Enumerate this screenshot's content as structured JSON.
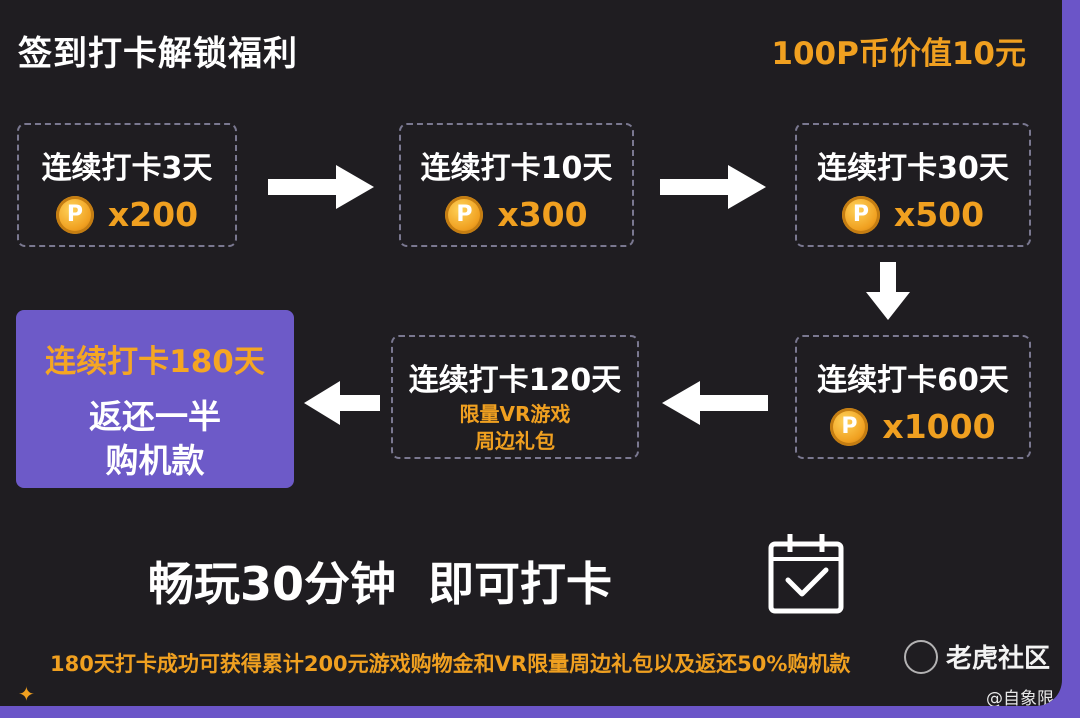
{
  "header": {
    "title": "签到打卡解锁福利",
    "exchange_rate": "100P币价值10元"
  },
  "milestones": [
    {
      "label": "连续打卡3天",
      "coin_symbol": "P",
      "reward": "x200"
    },
    {
      "label": "连续打卡10天",
      "coin_symbol": "P",
      "reward": "x300"
    },
    {
      "label": "连续打卡30天",
      "coin_symbol": "P",
      "reward": "x500"
    },
    {
      "label": "连续打卡60天",
      "coin_symbol": "P",
      "reward": "x1000"
    },
    {
      "label": "连续打卡120天",
      "gift_line1": "限量VR游戏",
      "gift_line2": "周边礼包"
    }
  ],
  "final": {
    "title": "连续打卡180天",
    "line1": "返还一半",
    "line2": "购机款"
  },
  "headline": "畅玩30分钟  即可打卡",
  "footer": "180天打卡成功可获得累计200元游戏购物金和VR限量周边礼包以及返还50%购机款",
  "watermark": {
    "brand": "老虎社区",
    "user": "@自象限"
  },
  "colors": {
    "background": "#1f1d21",
    "accent": "#f0a020",
    "purple": "#6d5ac8"
  }
}
